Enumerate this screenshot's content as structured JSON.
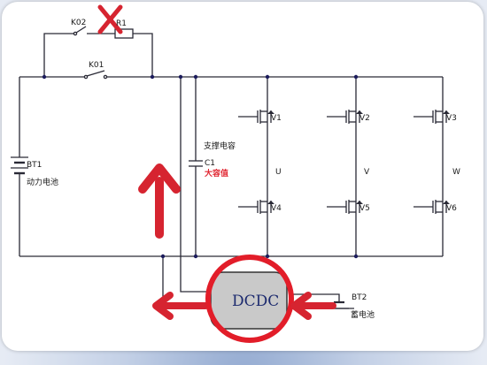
{
  "labels": {
    "k02": "K02",
    "r1": "R1",
    "k01": "K01",
    "bt1": "BT1",
    "bt1_desc": "动力电池",
    "c1": "C1",
    "c1_desc": "支撑电容",
    "c1_note": "大容值",
    "u": "U",
    "v": "V",
    "w": "W",
    "v1": "V1",
    "v2": "V2",
    "v3": "V3",
    "v4": "V4",
    "v5": "V5",
    "v6": "V6",
    "dcdc": "DCDC",
    "bt2": "BT2",
    "bt2_desc": "蓄电池"
  },
  "colors": {
    "wire": "#2a2a36",
    "accent_red": "#d62430",
    "dcdc_fill": "#c9c9c9",
    "dcdc_text": "#1c2a6e",
    "note_red": "#e0242f"
  }
}
